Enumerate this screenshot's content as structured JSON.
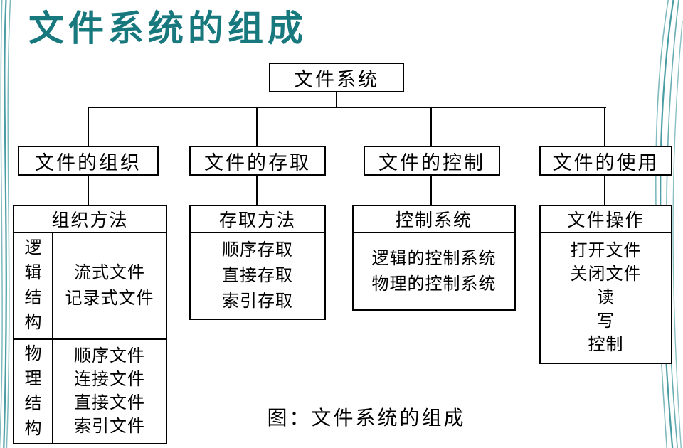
{
  "slide": {
    "title": "文件系统的组成",
    "caption": "图：文件系统的组成"
  },
  "tree": {
    "root": "文件系统",
    "branches": [
      {
        "label": "文件的组织",
        "header": "组织方法"
      },
      {
        "label": "文件的存取",
        "header": "存取方法",
        "items": [
          "顺序存取",
          "直接存取",
          "索引存取"
        ]
      },
      {
        "label": "文件的控制",
        "header": "控制系统",
        "items": [
          "逻辑的控制系统",
          "物理的控制系统"
        ]
      },
      {
        "label": "文件的使用",
        "header": "文件操作",
        "items": [
          "打开文件",
          "关闭文件",
          "读",
          "写",
          "控制"
        ]
      }
    ],
    "org_table": {
      "rows": [
        {
          "category": "逻辑结构",
          "items": [
            "流式文件",
            "记录式文件"
          ]
        },
        {
          "category": "物理结构",
          "items": [
            "顺序文件",
            "连接文件",
            "直接文件",
            "索引文件"
          ]
        }
      ]
    }
  },
  "colors": {
    "title_text": "#17787e",
    "swoosh_accent": "#2a8c93",
    "box_border": "#000000",
    "background": "#ffffff"
  }
}
